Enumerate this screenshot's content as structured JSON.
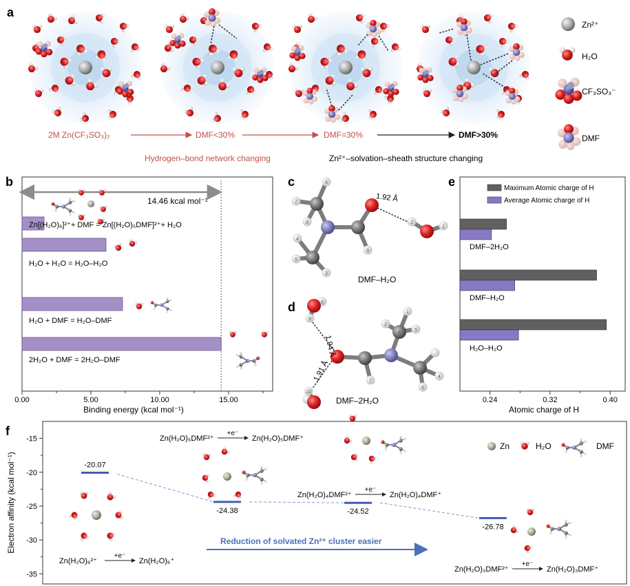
{
  "panel_a": {
    "letter": "a",
    "legend": {
      "zn": "Zn²⁺",
      "h2o": "H₂O",
      "triflate": "CF₃SO₃⁻",
      "dmf": "DMF"
    },
    "stage_labels": [
      "2M Zn(CF₃SO₃)₂",
      "DMF<30%",
      "DMF=30%",
      "DMF>30%"
    ],
    "caption_red": "Hydrogen–bond network changing",
    "caption_black": "Zn²⁺–solvation–sheath structure changing"
  },
  "panel_b": {
    "letter": "b",
    "annotation": "14.46 kcal mol⁻¹"
  },
  "panel_c": {
    "letter": "c",
    "distance": "1.92 Å",
    "label": "DMF–H₂O",
    "atom_numbers": [
      "1",
      "2",
      "3",
      "4",
      "5",
      "6",
      "7",
      "8",
      "9"
    ]
  },
  "panel_d": {
    "letter": "d",
    "distance_top": "1.94 Å",
    "distance_bottom": "1.91 Å",
    "label": "DMF–2H₂O",
    "atom_numbers": [
      "1",
      "2",
      "3",
      "4",
      "5",
      "6",
      "7",
      "8",
      "9",
      "10"
    ]
  },
  "panel_e": {
    "letter": "e"
  },
  "panel_f": {
    "letter": "f",
    "reactions": [
      {
        "left": "Zn(H₂O)₆²⁺",
        "arrow": "+e⁻",
        "right": "Zn(H₂O)₆⁺"
      },
      {
        "left": "Zn(H₂O)₅DMF²⁺",
        "arrow": "+e⁻",
        "right": "Zn(H₂O)₅DMF⁺"
      },
      {
        "left": "Zn(H₂O)₄DMF²⁺",
        "arrow": "+e⁻",
        "right": "Zn(H₂O)₄DMF⁺"
      },
      {
        "left": "Zn(H₂O)₃DMF²⁺",
        "arrow": "+e⁻",
        "right": "Zn(H₂O)₃DMF⁺"
      }
    ],
    "arrow_text": "Reduction of solvated Zn²⁺ cluster easier",
    "legend": {
      "zn": "Zn",
      "h2o": "H₂O",
      "dmf": "DMF"
    }
  },
  "colors": {
    "red_text": "#c0504d",
    "bar_purple": "#a58fc7",
    "bar_gray": "#606060",
    "bar_blue": "#8878c6",
    "level_blue": "#3f5fae",
    "arrow_blue": "#4d6fb8",
    "oxygen": "#d81e1e",
    "carbon": "#6e6e6e",
    "nitrogen": "#7b78b6",
    "hydrogen": "#f2f2f2",
    "zinc": "#a7a79a"
  },
  "chart_data": [
    {
      "type": "bar",
      "orientation": "horizontal",
      "panel": "b",
      "categories": [
        "Zn[(H₂O)₆]²⁺+ DMF = Zn[(H₂O)₅DMF]²⁺+ H₂O",
        "H₂O + H₂O = H₂O–H₂O",
        "H₂O + DMF = H₂O–DMF",
        "2H₂O + DMF = 2H₂O–DMF"
      ],
      "values": [
        1.6,
        6.1,
        7.3,
        14.46
      ],
      "xlabel": "Binding energy (kcal mol⁻¹)",
      "xlim": [
        0,
        18.2
      ],
      "xticks": [
        "0.00",
        "5.00",
        "10.00",
        "15.00"
      ],
      "reference_line": 14.46,
      "grid": false
    },
    {
      "type": "bar",
      "orientation": "horizontal",
      "panel": "e",
      "categories": [
        "DMF–2H₂O",
        "DMF–H₂O",
        "H₂O–H₂O"
      ],
      "series": [
        {
          "name": "Maximum Atomic charge of H",
          "values": [
            0.262,
            0.382,
            0.395
          ]
        },
        {
          "name": "Average Atomic charge of H",
          "values": [
            0.242,
            0.273,
            0.278
          ]
        }
      ],
      "xlabel": "Atomic charge of H",
      "xlim": [
        0.2,
        0.42
      ],
      "xticks": [
        "0.24",
        "0.32",
        "0.40"
      ],
      "legend_position": "top"
    },
    {
      "type": "scatter",
      "panel": "f",
      "categories": [
        "Zn(H₂O)₆²⁺",
        "Zn(H₂O)₅DMF²⁺",
        "Zn(H₂O)₄DMF²⁺",
        "Zn(H₂O)₃DMF²⁺"
      ],
      "values": [
        -20.07,
        -24.38,
        -24.52,
        -26.78
      ],
      "value_labels": [
        "-20.07",
        "-24.38",
        "-24.52",
        "-26.78"
      ],
      "ylabel": "Electron affinity (kcal mol⁻¹)",
      "ylim": [
        -36.5,
        -12.5
      ],
      "yticks": [
        "-15",
        "-20",
        "-25",
        "-30",
        "-35"
      ]
    }
  ]
}
